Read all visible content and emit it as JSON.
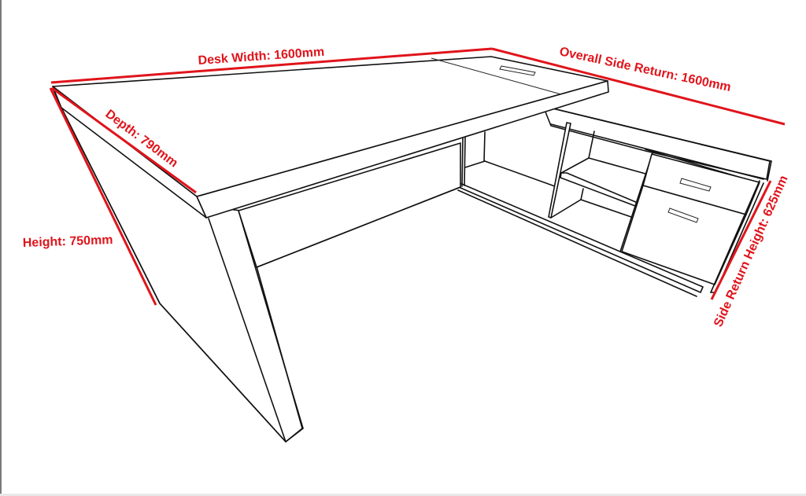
{
  "diagram": {
    "subject": "L-shaped executive desk with side return cabinet",
    "annotation_color": "#e0141b",
    "line_color": "#111111",
    "background": "#ffffff",
    "dimensions": {
      "desk_width": {
        "label": "Desk Width: 1600mm"
      },
      "depth": {
        "label": "Depth: 790mm"
      },
      "height": {
        "label": "Height: 750mm"
      },
      "overall_side_return": {
        "label": "Overall Side Return: 1600mm"
      },
      "side_return_height": {
        "label": "Side Return Height: 625mm"
      }
    },
    "components": {
      "desktop": "desk-top-surface",
      "cable_grommet": "cable-management-slot",
      "left_leg": "angled-panel-leg",
      "modesty_panel": "modesty-panel",
      "open_shelving": "open-shelf-compartments",
      "drawers": [
        "drawer-top",
        "drawer-bottom"
      ]
    }
  }
}
